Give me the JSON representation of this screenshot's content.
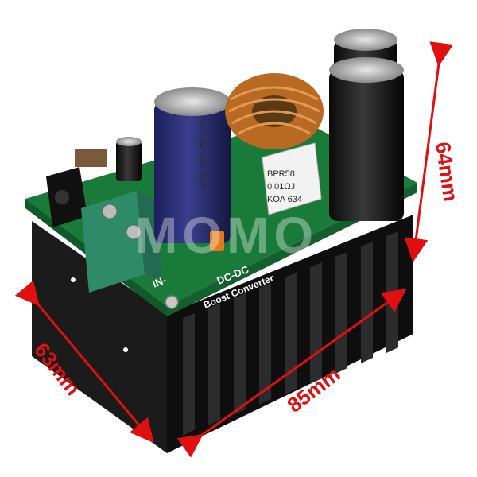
{
  "dimensions": {
    "height": "64mm",
    "depth": "63mm",
    "width": "85mm",
    "arrow_color": "#e01010"
  },
  "board": {
    "silkscreen_title": "DC-DC",
    "silkscreen_subtitle": "Boost Converter",
    "terminal_label": "IN-",
    "pcb_color": "#1a7a3a",
    "heatsink_color": "#151515"
  },
  "components": {
    "sense_resistor_line1": "BPR58",
    "sense_resistor_line2": "0.01ΩJ",
    "sense_resistor_line3": "KOA 634",
    "capacitor_print": "105C 400-85C 400"
  },
  "watermark": "MOMO"
}
